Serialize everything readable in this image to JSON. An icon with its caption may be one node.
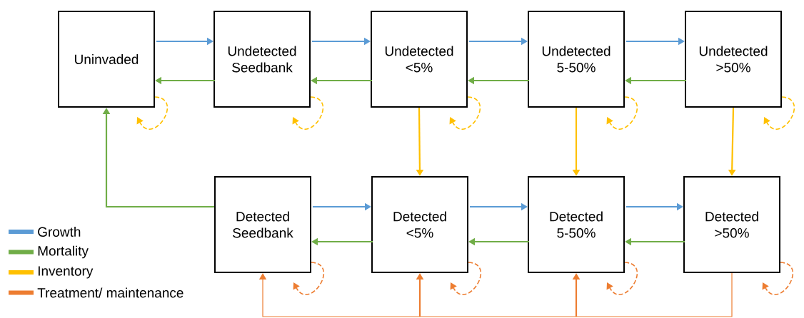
{
  "diagram": {
    "nodes": [
      {
        "text": [
          "Uninvaded"
        ]
      },
      {
        "text": [
          "Undetected Seedbank"
        ]
      },
      {
        "text": [
          "Undetected <5%"
        ]
      },
      {
        "text": [
          "Undetected 5-50%"
        ]
      },
      {
        "text": [
          "Undetected >50%"
        ]
      },
      {
        "text": [
          "Detected Seedbank"
        ]
      },
      {
        "text": [
          "Detected <5%"
        ]
      },
      {
        "text": [
          "Detected 5-50%"
        ]
      },
      {
        "text": [
          "Detected >50%"
        ]
      }
    ],
    "edges": [
      {
        "from": 0,
        "to": 1,
        "arrow": "to",
        "color": "#5b9bd5"
      },
      {
        "from": 1,
        "to": 2,
        "arrow": "to",
        "color": "#5b9bd5"
      },
      {
        "from": 2,
        "to": 3,
        "arrow": "to",
        "color": "#5b9bd5"
      },
      {
        "from": 3,
        "to": 4,
        "arrow": "to",
        "color": "#5b9bd5"
      },
      {
        "from": 1,
        "to": 0,
        "arrow": "to",
        "color": "#70ad47"
      },
      {
        "from": 2,
        "to": 1,
        "arrow": "to",
        "color": "#70ad47"
      },
      {
        "from": 3,
        "to": 2,
        "arrow": "to",
        "color": "#70ad47"
      },
      {
        "from": 4,
        "to": 3,
        "arrow": "to",
        "color": "#70ad47"
      },
      {
        "from": 2,
        "to": 6,
        "arrow": "to",
        "color": "#ffc000"
      },
      {
        "from": 3,
        "to": 7,
        "arrow": "to",
        "color": "#ffc000"
      },
      {
        "from": 4,
        "to": 8,
        "arrow": "to",
        "color": "#ffc000"
      },
      {
        "from": 5,
        "to": 0,
        "arrow": "to",
        "color": "#70ad47"
      },
      {
        "from": 5,
        "to": 6,
        "arrow": "to",
        "color": "#5b9bd5"
      },
      {
        "from": 6,
        "to": 7,
        "arrow": "to",
        "color": "#5b9bd5"
      },
      {
        "from": 7,
        "to": 8,
        "arrow": "to",
        "color": "#5b9bd5"
      },
      {
        "from": 6,
        "to": 5,
        "arrow": "to",
        "color": "#70ad47"
      },
      {
        "from": 7,
        "to": 6,
        "arrow": "to",
        "color": "#70ad47"
      },
      {
        "from": 8,
        "to": 7,
        "arrow": "to",
        "color": "#70ad47"
      },
      {
        "from": 0,
        "to": 0,
        "arrow": "to",
        "style": "dashed",
        "color": "#ffc000"
      },
      {
        "from": 1,
        "to": 1,
        "arrow": "to",
        "style": "dashed",
        "color": "#ffc000"
      },
      {
        "from": 2,
        "to": 2,
        "arrow": "to",
        "style": "dashed",
        "color": "#ffc000"
      },
      {
        "from": 3,
        "to": 3,
        "arrow": "to",
        "style": "dashed",
        "color": "#ffc000"
      },
      {
        "from": 4,
        "to": 4,
        "arrow": "to",
        "style": "dashed",
        "color": "#ffc000"
      },
      {
        "from": 5,
        "to": 5,
        "arrow": "to",
        "style": "dashed",
        "color": "#ed7d31"
      },
      {
        "from": 6,
        "to": 6,
        "arrow": "to",
        "style": "dashed",
        "color": "#ed7d31"
      },
      {
        "from": 7,
        "to": 7,
        "arrow": "to",
        "style": "dashed",
        "color": "#ed7d31"
      },
      {
        "from": 8,
        "to": 8,
        "arrow": "to",
        "style": "dashed",
        "color": "#ed7d31"
      },
      {
        "from": 8,
        "to": 5,
        "arrow": "to",
        "color": "#ed7d31"
      },
      {
        "from": 8,
        "to": 6,
        "arrow": "to",
        "color": "#ed7d31"
      },
      {
        "from": 8,
        "to": 7,
        "arrow": "to",
        "color": "#ed7d31"
      }
    ],
    "legend": [
      {
        "text": "Growth",
        "color": "#5b9bd5"
      },
      {
        "text": "Mortality",
        "color": "#70ad47"
      },
      {
        "text": "Inventory",
        "color": "#ffc000"
      },
      {
        "text": "Treatment/ maintenance",
        "color": "#ed7d31"
      }
    ]
  }
}
